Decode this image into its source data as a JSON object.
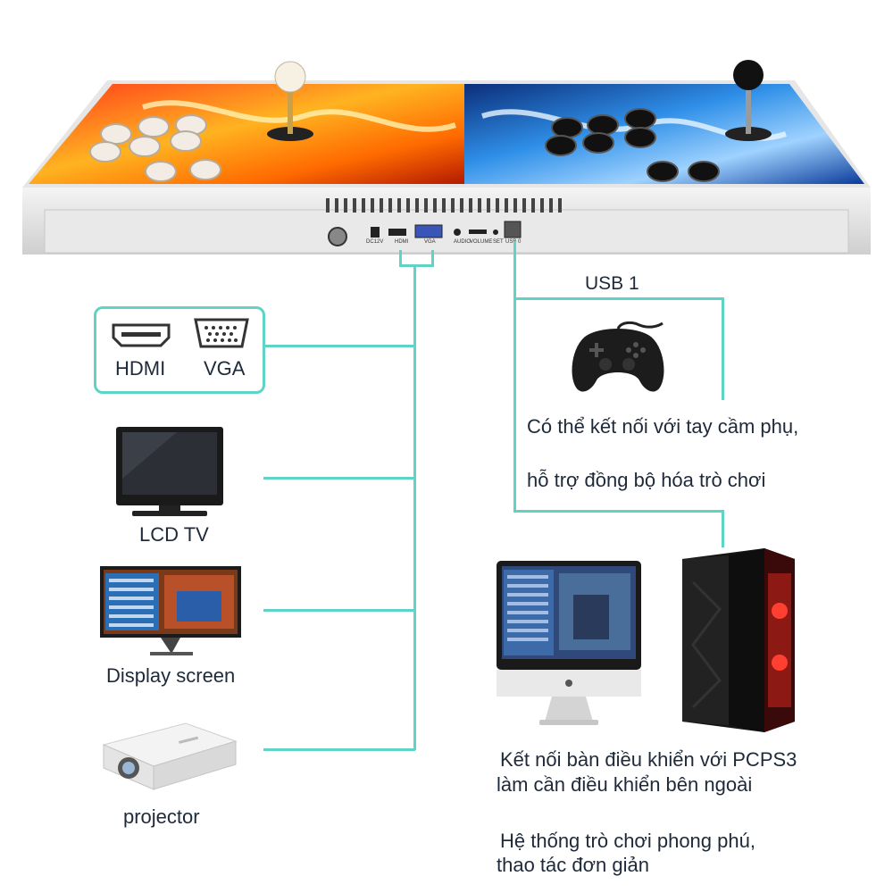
{
  "console": {
    "ports": [
      "DC12V",
      "HDMI",
      "VGA",
      "AUDIO",
      "VOLUME",
      "SET",
      "USB 0"
    ]
  },
  "usb_label": "USB 1",
  "video_outputs": {
    "hdmi": "HDMI",
    "vga": "VGA"
  },
  "devices": {
    "lcd_tv": "LCD TV",
    "display_screen": "Display screen",
    "projector": "projector"
  },
  "gamepad_text": {
    "line1": "Có thể kết nối với tay cầm phụ,",
    "line2": "hỗ trợ đồng bộ hóa trò chơi"
  },
  "pc_text": {
    "line1": "Kết nối bàn điều khiển với PCPS3",
    "line2": "làm cần điều khiển bên ngoài",
    "line3": "Hệ thống trò chơi phong phú,",
    "line4": "thao tác đơn giản"
  },
  "colors": {
    "connector": "#5fd3c6",
    "fire": "#e8501a",
    "ice": "#1a6fd6"
  }
}
